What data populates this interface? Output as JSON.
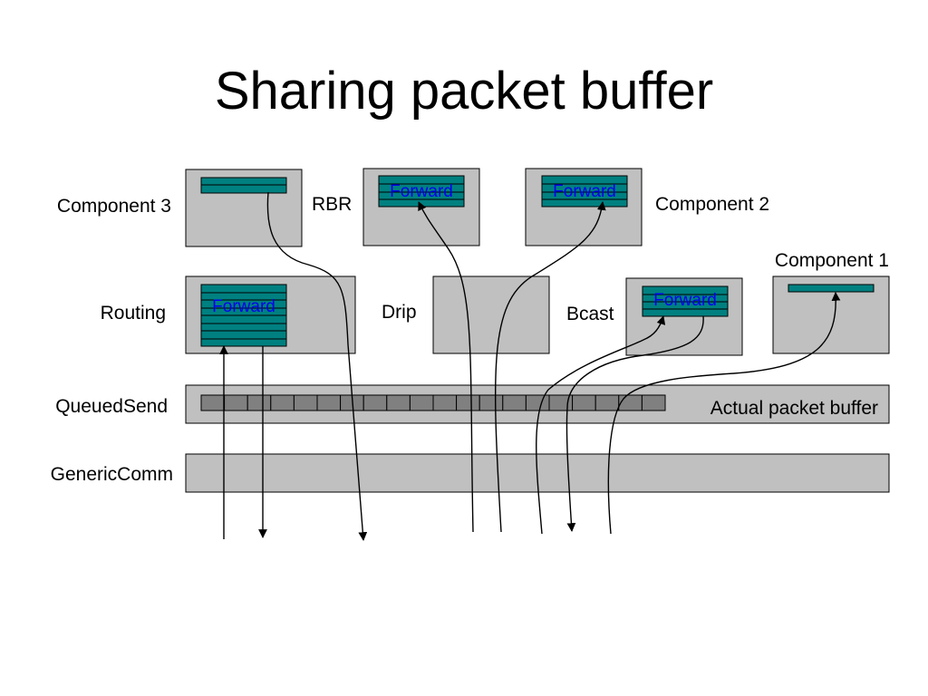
{
  "title": "Sharing packet buffer",
  "labels": {
    "component3": "Component 3",
    "rbr": "RBR",
    "component2": "Component 2",
    "component1": "Component 1",
    "routing": "Routing",
    "drip": "Drip",
    "bcast": "Bcast",
    "queuedsend": "QueuedSend",
    "genericcomm": "GenericComm",
    "actual_buffer": "Actual packet buffer"
  },
  "forward_label": "Forward",
  "colors": {
    "box": "#c0c0c0",
    "buffer": "#008080",
    "cell": "#808080",
    "forward_text": "#0000ee"
  }
}
